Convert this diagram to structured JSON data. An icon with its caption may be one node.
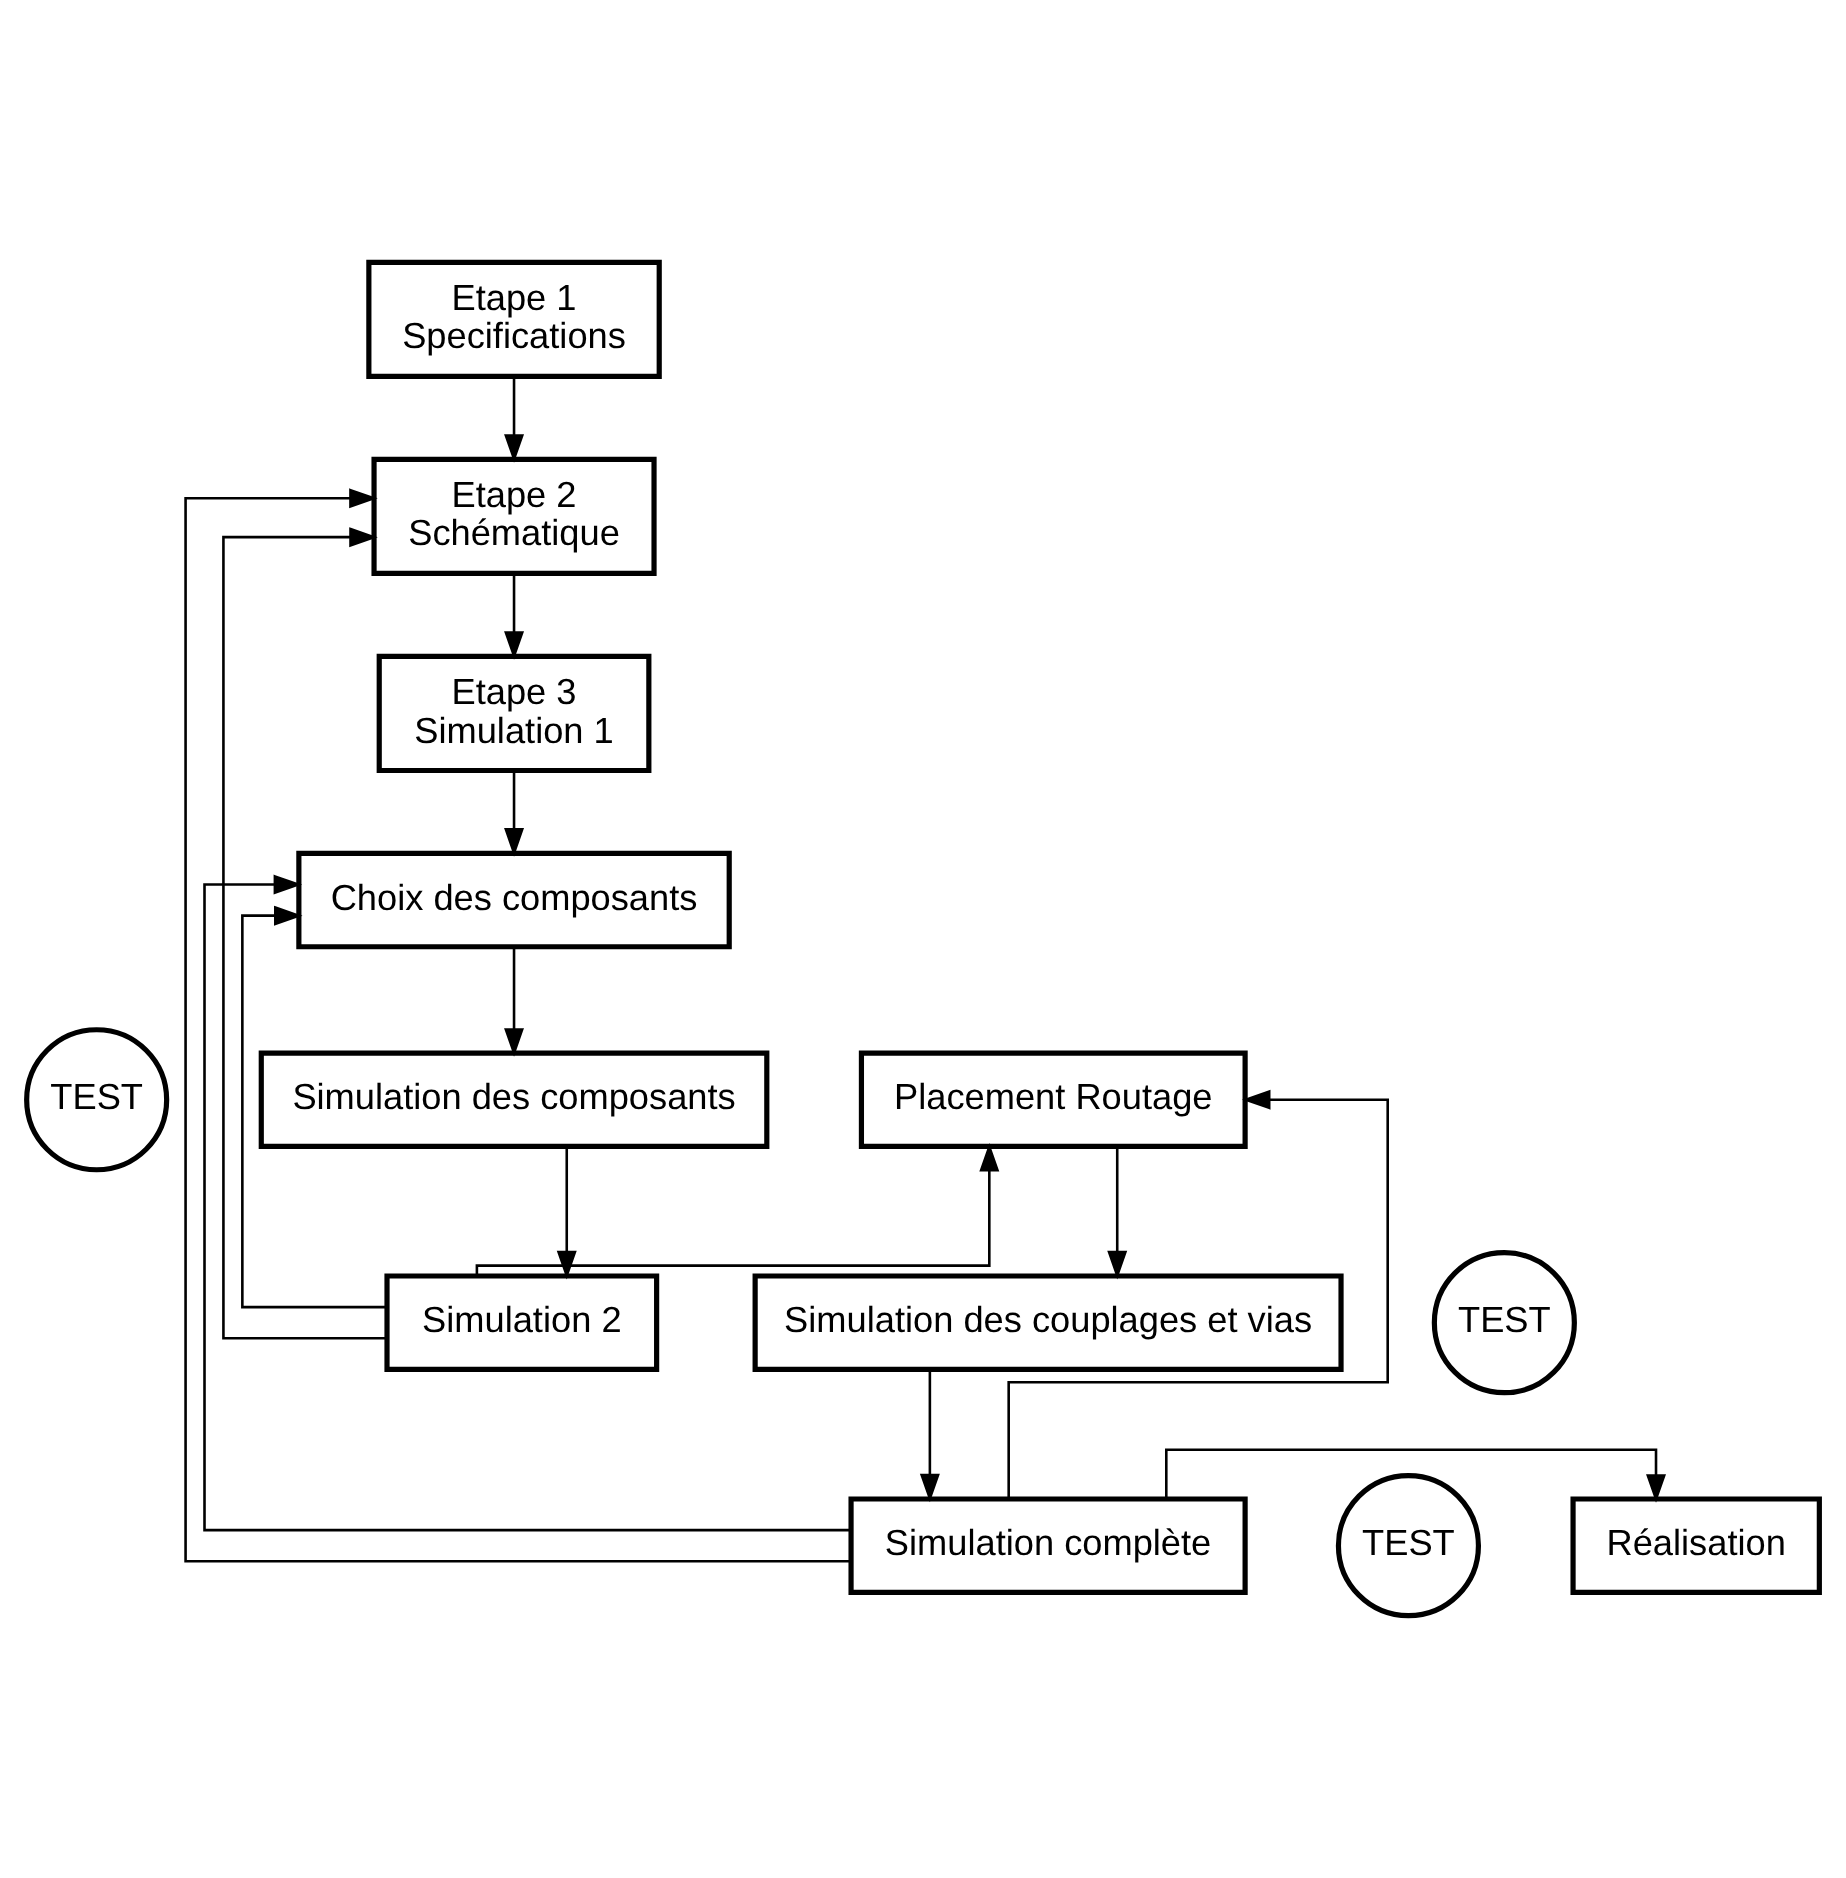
{
  "diagram": {
    "nodes": [
      {
        "text": [
          "Etape 1",
          "Specifications"
        ]
      },
      {
        "text": [
          "Etape 2",
          "Schématique"
        ]
      },
      {
        "text": [
          "Etape 3",
          "Simulation 1"
        ]
      },
      {
        "text": [
          "Choix des composants"
        ]
      },
      {
        "text": [
          "TEST"
        ]
      },
      {
        "text": [
          "Simulation des composants"
        ]
      },
      {
        "text": [
          "Placement Routage"
        ]
      },
      {
        "text": [
          "Simulation 2"
        ]
      },
      {
        "text": [
          "Simulation des couplages et vias"
        ]
      },
      {
        "text": [
          "TEST"
        ]
      },
      {
        "text": [
          "TEST"
        ]
      },
      {
        "text": [
          "Réalisation"
        ]
      },
      {
        "text": [
          "Simulation complète"
        ]
      }
    ],
    "edges": [
      {
        "from": 0,
        "to": 1,
        "arrow": "to"
      },
      {
        "from": 1,
        "to": 2,
        "arrow": "to"
      },
      {
        "from": 2,
        "to": 3,
        "arrow": "to"
      },
      {
        "from": 3,
        "to": 5,
        "arrow": "to"
      },
      {
        "from": 5,
        "to": 7,
        "arrow": "to"
      },
      {
        "from": 7,
        "to": 1,
        "arrow": "to"
      },
      {
        "from": 7,
        "to": 3,
        "arrow": "to"
      },
      {
        "from": 7,
        "to": 6,
        "arrow": "to"
      },
      {
        "from": 6,
        "to": 8,
        "arrow": "to"
      },
      {
        "from": 8,
        "to": 12,
        "arrow": "to"
      },
      {
        "from": 12,
        "to": 11,
        "arrow": "to"
      },
      {
        "from": 12,
        "to": 6,
        "arrow": "to"
      },
      {
        "from": 12,
        "to": 3,
        "arrow": "to"
      },
      {
        "from": 12,
        "to": 1,
        "arrow": "to"
      }
    ]
  }
}
